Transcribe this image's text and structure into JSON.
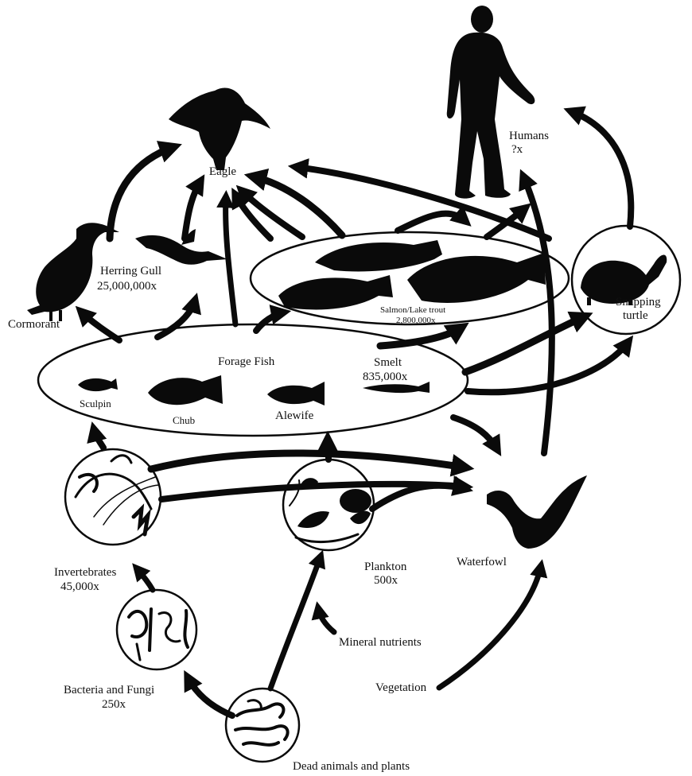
{
  "diagram": {
    "organisms": {
      "eagle": {
        "name": "Eagle"
      },
      "humans": {
        "name": "Humans",
        "factor": "?x"
      },
      "herring_gull": {
        "name": "Herring Gull",
        "factor": "25,000,000x"
      },
      "cormorant": {
        "name": "Cormorant"
      },
      "salmon_lake_trout": {
        "name": "Salmon/Lake trout",
        "factor": "2,800,000x"
      },
      "snapping_turtle": {
        "name_line1": "Snapping",
        "name_line2": "turtle"
      },
      "forage_fish": {
        "name": "Forage Fish"
      },
      "smelt": {
        "name": "Smelt",
        "factor": "835,000x"
      },
      "sculpin": {
        "name": "Sculpin"
      },
      "chub": {
        "name": "Chub"
      },
      "alewife": {
        "name": "Alewife"
      },
      "invertebrates": {
        "name": "Invertebrates",
        "factor": "45,000x"
      },
      "plankton": {
        "name": "Plankton",
        "factor": "500x"
      },
      "waterfowl": {
        "name": "Waterfowl"
      },
      "bacteria_fungi": {
        "name": "Bacteria and Fungi",
        "factor": "250x"
      },
      "mineral_nutrients": {
        "name": "Mineral nutrients"
      },
      "vegetation": {
        "name": "Vegetation"
      },
      "dead_matter": {
        "name": "Dead animals and plants"
      }
    },
    "colors": {
      "ink": "#0a0a0a",
      "paper": "#ffffff"
    }
  }
}
